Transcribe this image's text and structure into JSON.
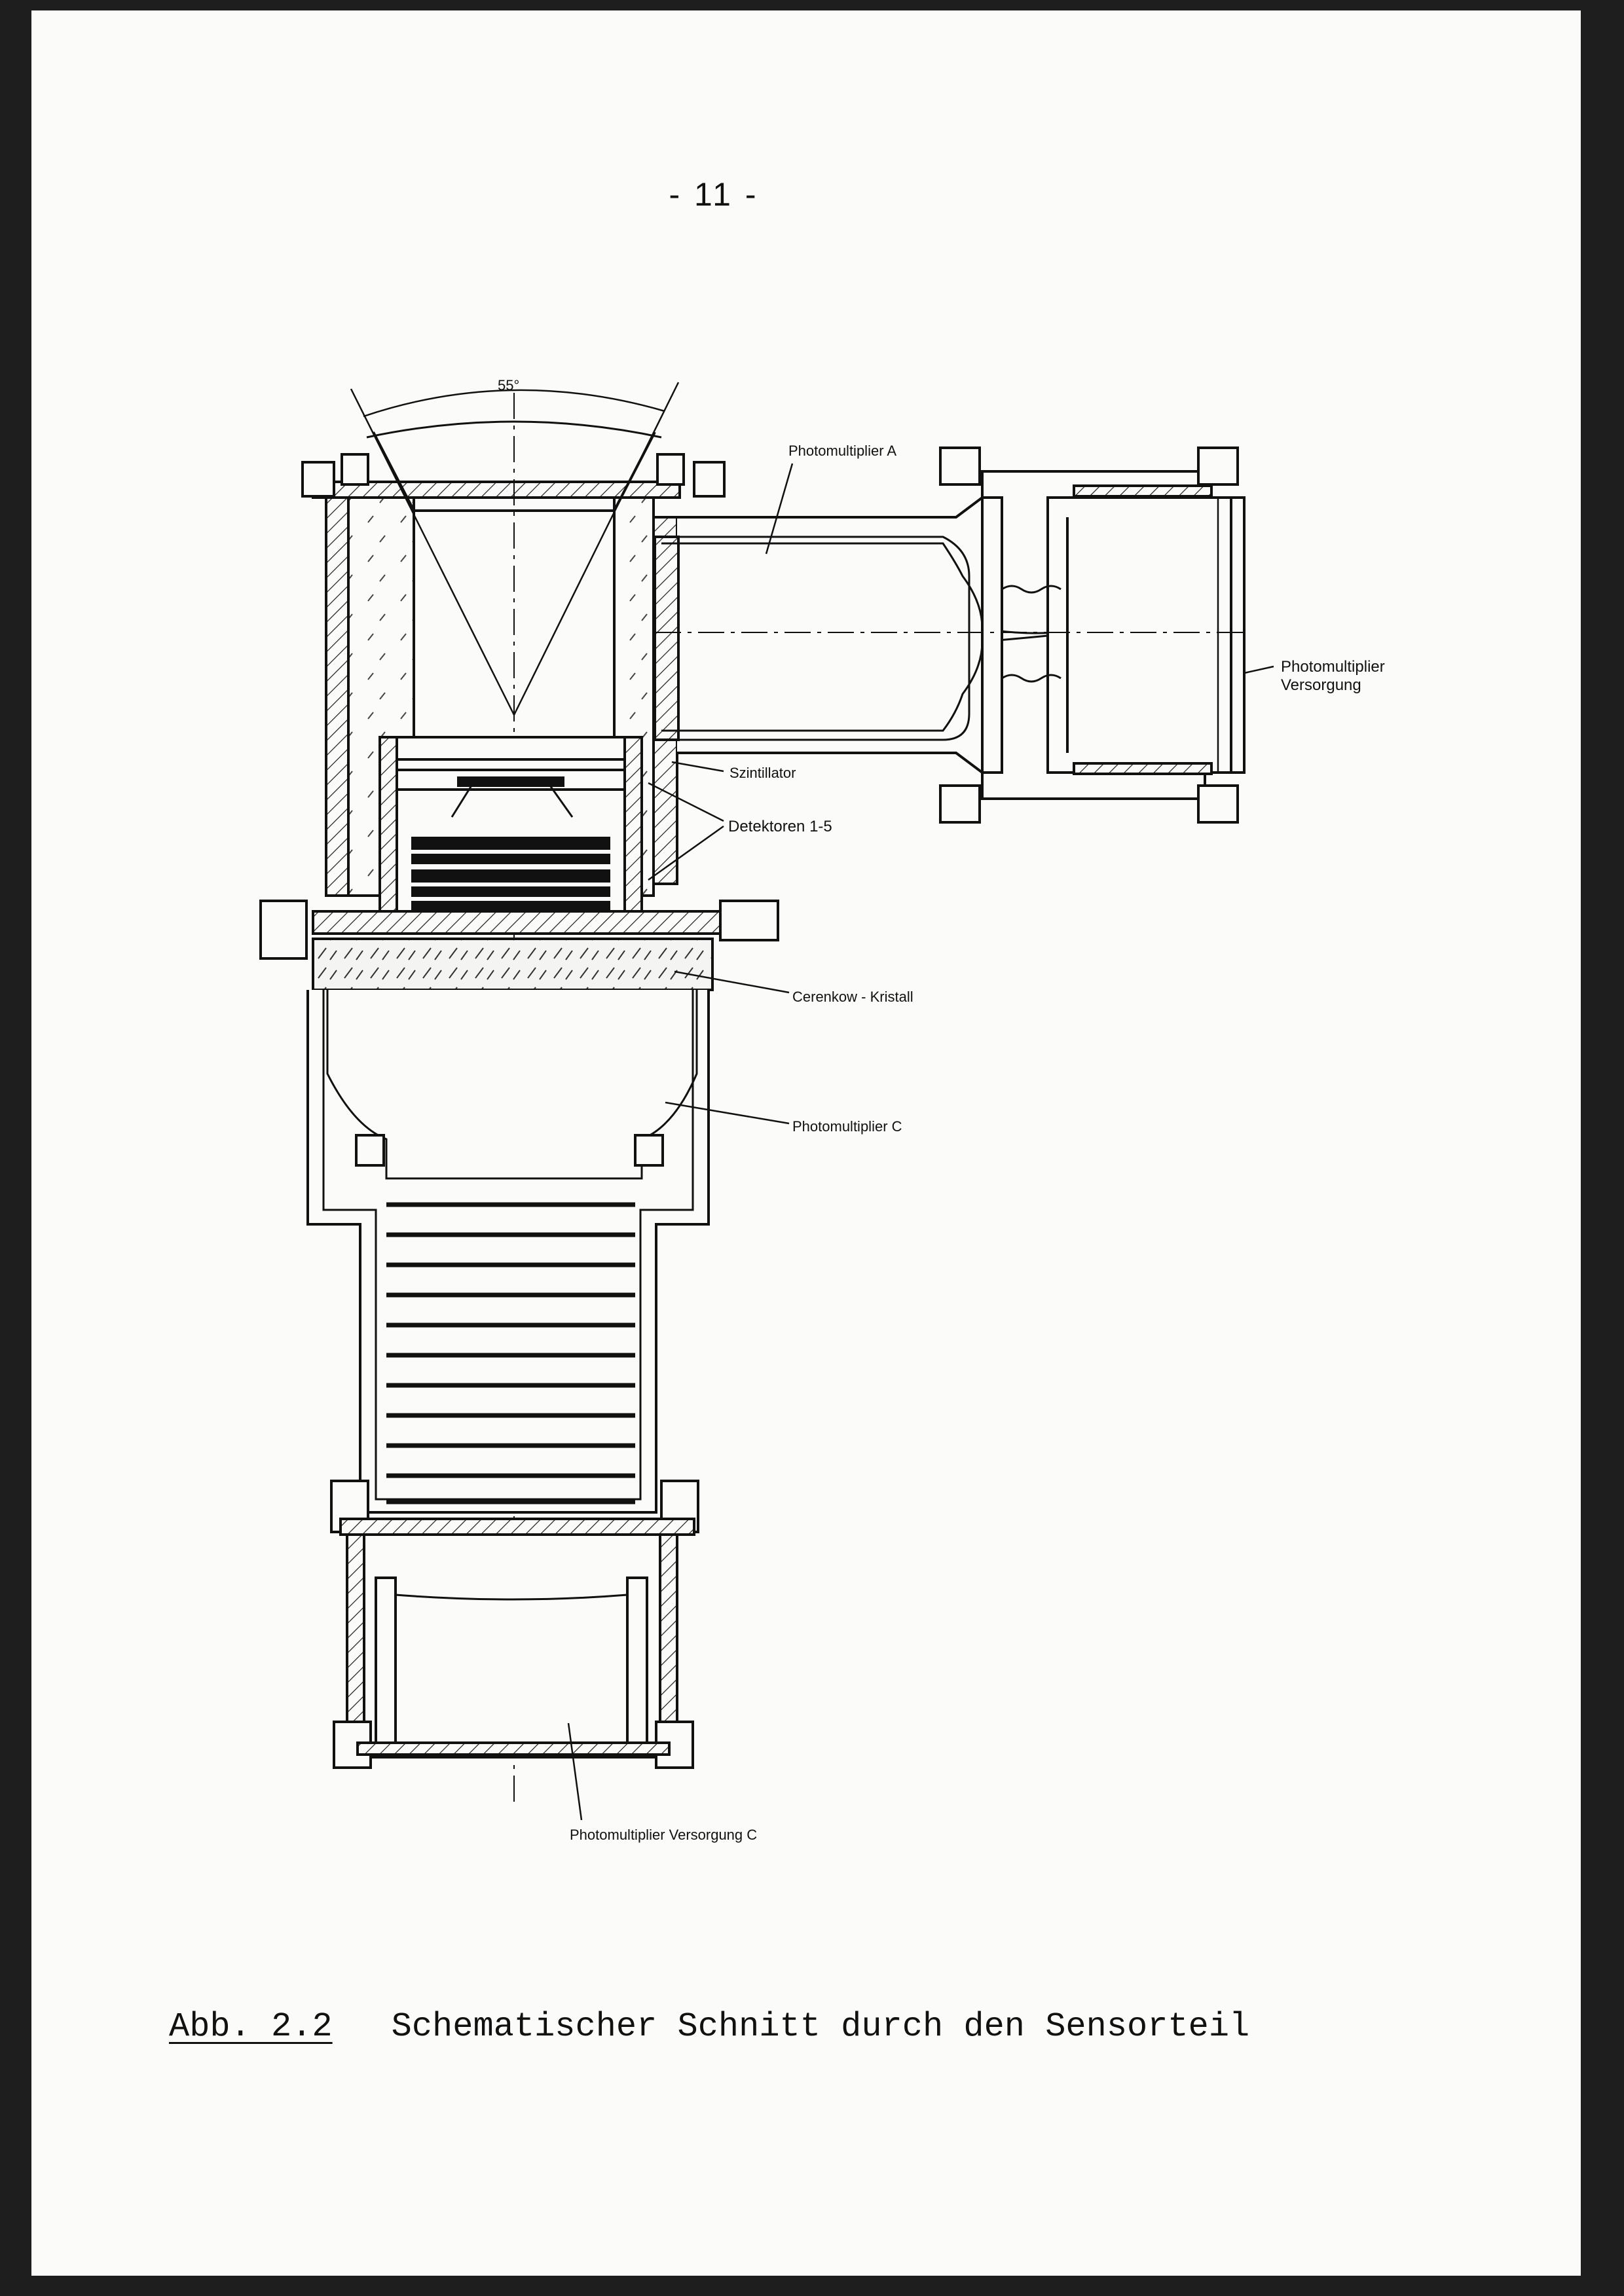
{
  "page": {
    "number": "- 11 -"
  },
  "diagram": {
    "angle_label": "55°",
    "labels": {
      "photomultiplier_a": "Photomultiplier A",
      "photomultiplier_supply_1": "Photomultiplier",
      "photomultiplier_supply_2": "Versorgung",
      "scintillator": "Szintillator",
      "detectors": "Detektoren 1-5",
      "cerenkov_crystal": "Cerenkow - Kristall",
      "photomultiplier_c": "Photomultiplier C",
      "photomultiplier_supply_c": "Photomultiplier Versorgung C"
    }
  },
  "caption": {
    "figure_number": "Abb. 2.2",
    "text": "Schematischer Schnitt durch den Sensorteil"
  }
}
